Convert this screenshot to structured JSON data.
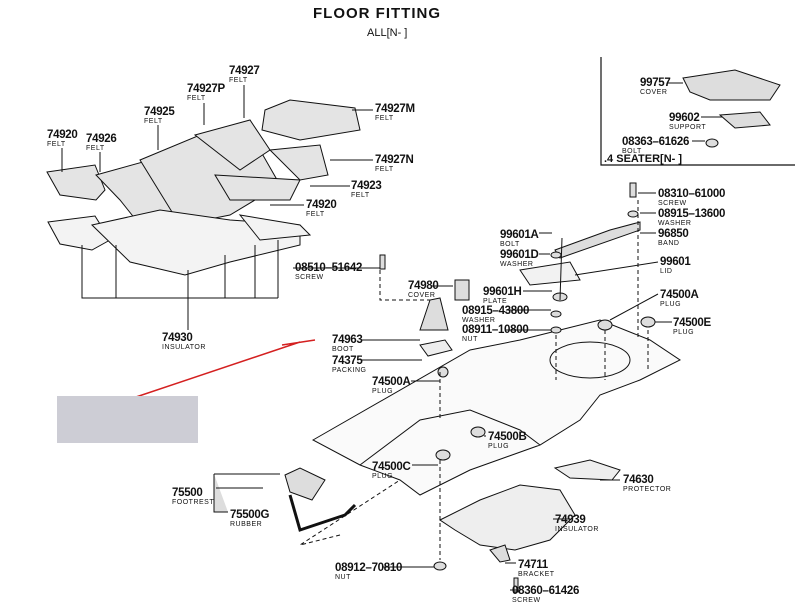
{
  "title": "FLOOR FITTING",
  "applicability": "ALL[N-        ]",
  "inset_label": ".4 SEATER[N-        ]",
  "colors": {
    "pointer_line": "#d42020",
    "redaction_box": "#cdcdd5",
    "line_art": "#111111",
    "felt_fill": "#e4e4e4"
  },
  "callouts": [
    {
      "part": "74927",
      "name": "FELT"
    },
    {
      "part": "74927P",
      "name": "FELT"
    },
    {
      "part": "74925",
      "name": "FELT"
    },
    {
      "part": "74920",
      "name": "FELT"
    },
    {
      "part": "74926",
      "name": "FELT"
    },
    {
      "part": "74927M",
      "name": "FELT"
    },
    {
      "part": "74927N",
      "name": "FELT"
    },
    {
      "part": "74923",
      "name": "FELT"
    },
    {
      "part": "74920",
      "name": "FELT"
    },
    {
      "part": "08510–51642",
      "name": "SCREW"
    },
    {
      "part": "74930",
      "name": "INSULATOR"
    },
    {
      "part": "74963",
      "name": "BOOT"
    },
    {
      "part": "74375",
      "name": "PACKING"
    },
    {
      "part": "74980",
      "name": "COVER"
    },
    {
      "part": "74500A",
      "name": "PLUG"
    },
    {
      "part": "99757",
      "name": "COVER"
    },
    {
      "part": "99602",
      "name": "SUPPORT"
    },
    {
      "part": "08363–61626",
      "name": "BOLT"
    },
    {
      "part": "08310–61000",
      "name": "SCREW"
    },
    {
      "part": "08915–13600",
      "name": "WASHER"
    },
    {
      "part": "99601A",
      "name": "BOLT"
    },
    {
      "part": "99601D",
      "name": "WASHER"
    },
    {
      "part": "96850",
      "name": "BAND"
    },
    {
      "part": "99601",
      "name": "LID"
    },
    {
      "part": "99601H",
      "name": "PLATE"
    },
    {
      "part": "08915–43800",
      "name": "WASHER"
    },
    {
      "part": "08911–10800",
      "name": "NUT"
    },
    {
      "part": "74500A",
      "name": "PLUG"
    },
    {
      "part": "74500E",
      "name": "PLUG"
    },
    {
      "part": "74500B",
      "name": "PLUG"
    },
    {
      "part": "74500C",
      "name": "PLUG"
    },
    {
      "part": "74630",
      "name": "PROTECTOR"
    },
    {
      "part": "75500",
      "name": "FOOTREST"
    },
    {
      "part": "75500G",
      "name": "RUBBER"
    },
    {
      "part": "74939",
      "name": "INSULATOR"
    },
    {
      "part": "08912–70810",
      "name": "NUT"
    },
    {
      "part": "74711",
      "name": "BRACKET"
    },
    {
      "part": "08360–61426",
      "name": "SCREW"
    }
  ]
}
